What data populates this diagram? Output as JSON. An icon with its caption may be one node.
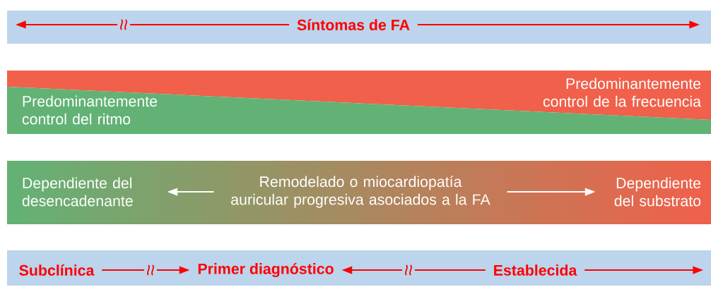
{
  "diagram": {
    "nodes": [
      {
        "text": [
          "Síntomas de FA"
        ]
      },
      {
        "text": [
          "Predominantemente control de la frecuencia"
        ]
      },
      {
        "text": [
          "Predominantemente control del ritmo"
        ]
      },
      {
        "text": [
          "Dependiente del desencadenante"
        ]
      },
      {
        "text": [
          "Remodelado o miocardiopatía auricular progresiva asociados a la FA"
        ]
      },
      {
        "text": [
          "Dependiente del substrato"
        ]
      },
      {
        "text": [
          "Subclínica"
        ]
      },
      {
        "text": [
          "Primer diagnóstico"
        ]
      },
      {
        "text": [
          "Establecida"
        ]
      }
    ],
    "edges": [
      {
        "from": 0,
        "to": null,
        "arrow": "to",
        "color": "#ff0000"
      },
      {
        "from": 0,
        "to": null,
        "arrow": "to",
        "color": "#ff0000"
      },
      {
        "from": 4,
        "to": 3,
        "arrow": "to",
        "color": "#ffffff"
      },
      {
        "from": 4,
        "to": 5,
        "arrow": "to",
        "color": "#ffffff"
      },
      {
        "from": 6,
        "to": 7,
        "arrow": "to",
        "color": "#ff0000"
      },
      {
        "from": 8,
        "to": 7,
        "arrow": "to",
        "color": "#ff0000"
      },
      {
        "from": 8,
        "to": null,
        "arrow": "to",
        "color": "#ff0000"
      }
    ]
  }
}
